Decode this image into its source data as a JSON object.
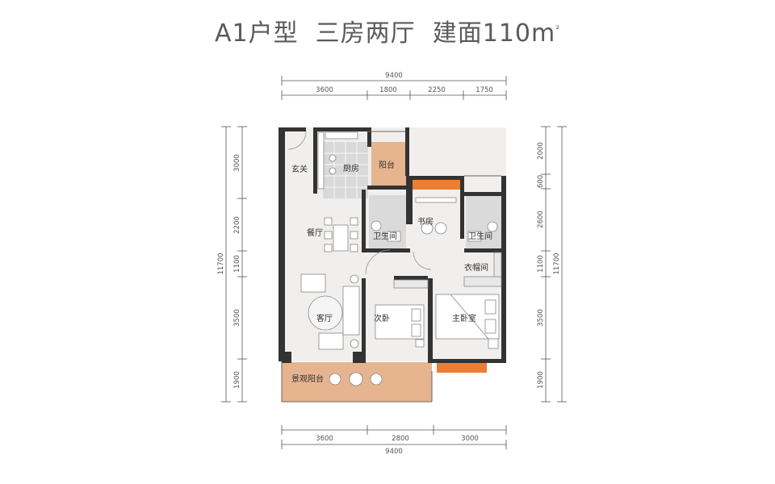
{
  "title": {
    "unit_type": "A1户型",
    "layout": "三房两厅",
    "area_prefix": "建面110m",
    "area_sup": "²"
  },
  "dimensions": {
    "top_total": "9400",
    "top_segments": [
      "3600",
      "1800",
      "2250",
      "1750"
    ],
    "bottom_total": "9400",
    "bottom_segments": [
      "3600",
      "2800",
      "3000"
    ],
    "left_total": "11700",
    "left_segments": [
      "3000",
      "2200",
      "1100",
      "3500",
      "1900"
    ],
    "right_total": "11700",
    "right_segments": [
      "2000",
      "600",
      "2600",
      "1100",
      "3500",
      "1900"
    ]
  },
  "rooms": {
    "entrance": "玄关",
    "kitchen": "厨房",
    "balcony": "阳台",
    "dining": "餐厅",
    "bathroom_a": "卫生间",
    "study": "书房",
    "bathroom_b": "卫生间",
    "wardrobe": "衣帽间",
    "living": "客厅",
    "second_bedroom": "次卧",
    "master_bedroom": "主卧室",
    "view_balcony": "景观阳台"
  },
  "colors": {
    "wall": "#333333",
    "floor": "#f0efee",
    "wood": "#e6b48f",
    "accent": "#ee7d31",
    "tile": "#d9d9d9"
  }
}
